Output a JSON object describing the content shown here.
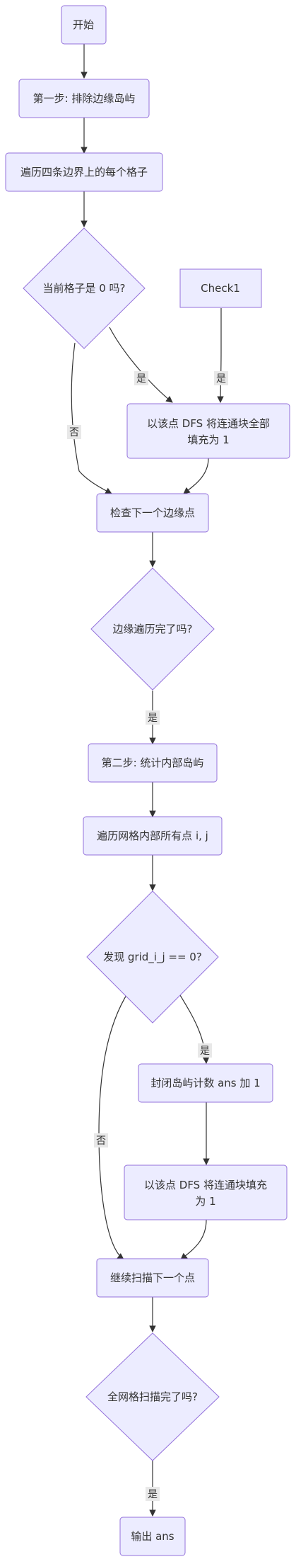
{
  "nodes": {
    "start": "开始",
    "step1": "第一步: 排除边缘岛屿",
    "traverse_border": "遍历四条边界上的每个格子",
    "is_zero": "当前格子是 0 吗?",
    "check1": "Check1",
    "dfs_border_line1": "以该点 DFS 将连通块全部",
    "dfs_border_line2": "填充为 1",
    "next_border": "检查下一个边缘点",
    "border_done": "边缘遍历完了吗?",
    "step2": "第二步: 统计内部岛屿",
    "traverse_inner": "遍历网格内部所有点 i, j",
    "found_zero": "发现 grid_i_j == 0?",
    "ans_inc": "封闭岛屿计数 ans 加 1",
    "dfs_inner_line1": "以该点 DFS 将连通块填充",
    "dfs_inner_line2": "为 1",
    "continue_scan": "继续扫描下一个点",
    "grid_done": "全网格扫描完了吗?",
    "output": "输出 ans"
  },
  "edge_labels": {
    "yes_1": "是",
    "no_1": "否",
    "yes_check1": "是",
    "yes_2": "是",
    "yes_3": "是",
    "no_3": "否",
    "yes_4": "是"
  },
  "colors": {
    "node_fill": "#ECECFF",
    "node_stroke": "#9370DB",
    "edge": "#333333",
    "edge_label_bg": "#e8e8e8"
  }
}
